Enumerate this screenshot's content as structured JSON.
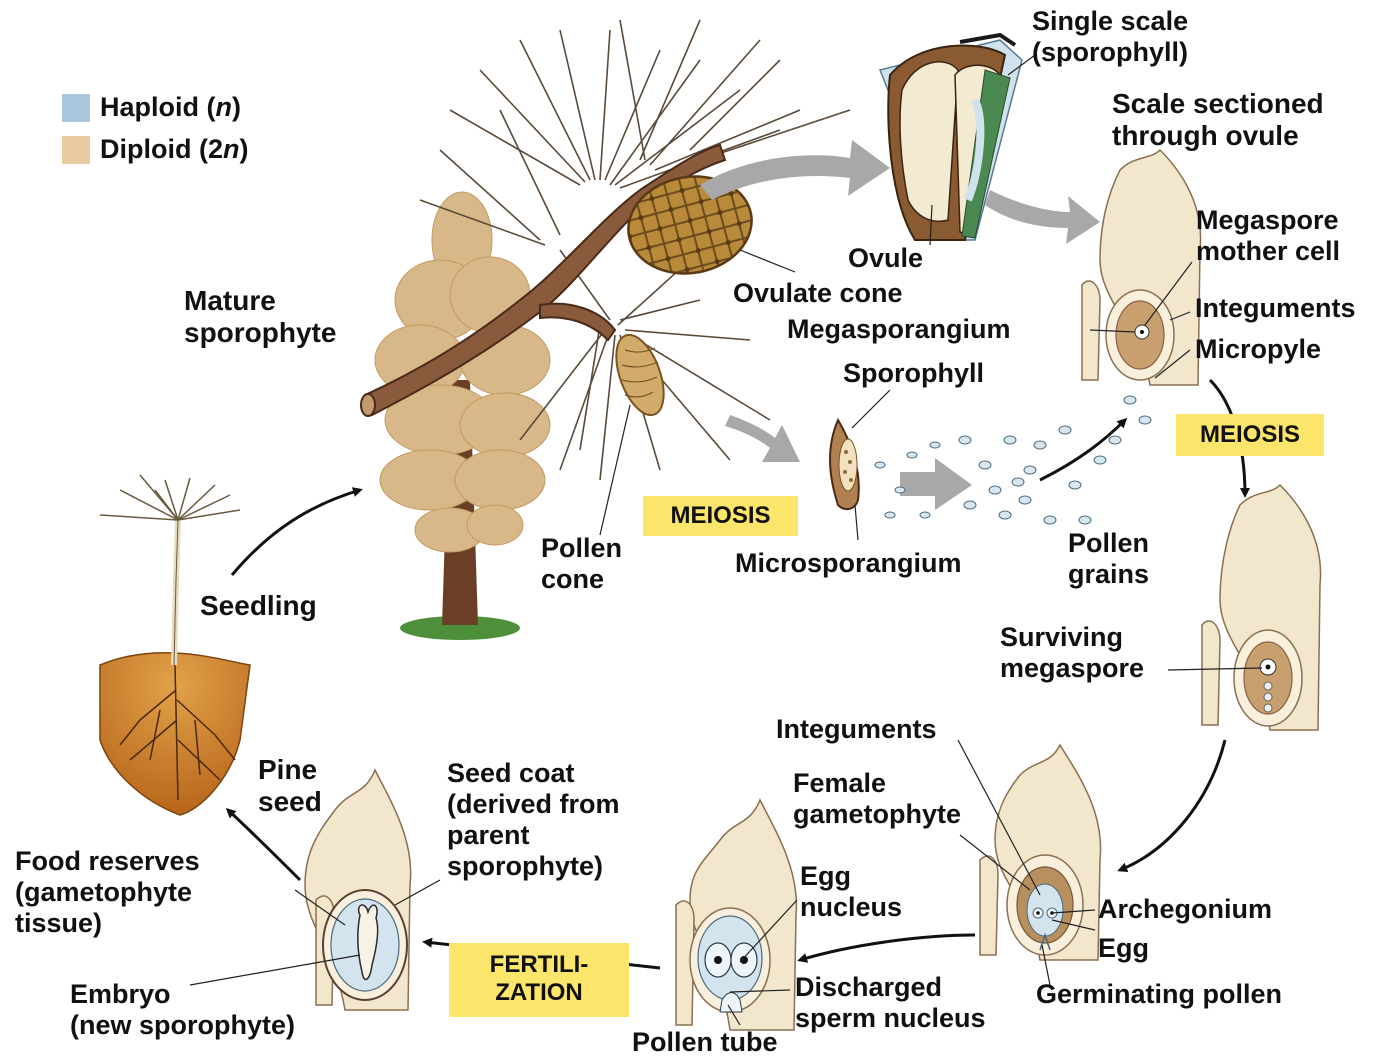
{
  "legend": {
    "haploid": {
      "label": "Haploid (",
      "sym": "n",
      "end": ")",
      "color": "#a9c6dc"
    },
    "diploid": {
      "label": "Diploid (2",
      "sym": "n",
      "end": ")",
      "color": "#e8c9a0"
    }
  },
  "labels": {
    "single_scale": "Single scale\n(sporophyll)",
    "scale_sectioned": "Scale sectioned\nthrough ovule",
    "megaspore_mother_cell": "Megaspore\nmother cell",
    "integuments_top": "Integuments",
    "micropyle": "Micropyle",
    "ovule": "Ovule",
    "ovulate_cone": "Ovulate cone",
    "megasporangium": "Megasporangium",
    "mature_sporophyte": "Mature\nsporophyte",
    "sporophyll": "Sporophyll",
    "pollen_cone": "Pollen\ncone",
    "microsporangium": "Microsporangium",
    "pollen_grains": "Pollen\ngrains",
    "seedling": "Seedling",
    "surviving_megaspore": "Surviving\nmegaspore",
    "integuments_bottom": "Integuments",
    "female_gametophyte": "Female\ngametophyte",
    "archegonium": "Archegonium",
    "egg": "Egg",
    "germinating_pollen": "Germinating pollen",
    "egg_nucleus": "Egg\nnucleus",
    "discharged_sperm_nucleus": "Discharged\nsperm nucleus",
    "pollen_tube": "Pollen tube",
    "pine_seed": "Pine\nseed",
    "seed_coat": "Seed coat\n(derived from\nparent\nsporophyte)",
    "food_reserves": "Food reserves\n(gametophyte\ntissue)",
    "embryo": "Embryo\n(new sporophyte)"
  },
  "process_boxes": {
    "meiosis_left": "MEIOSIS",
    "meiosis_right": "MEIOSIS",
    "fertilization_line1": "FERTILI-",
    "fertilization_line2": "ZATION"
  },
  "colors": {
    "diploid_tissue": "#f2e6cc",
    "haploid_tissue": "#d4e4ef",
    "box_yellow": "#fbe56a",
    "arrow_gray": "#a8a8a8",
    "trunk_brown": "#7a4a30",
    "soil_brown": "#c8781e"
  }
}
